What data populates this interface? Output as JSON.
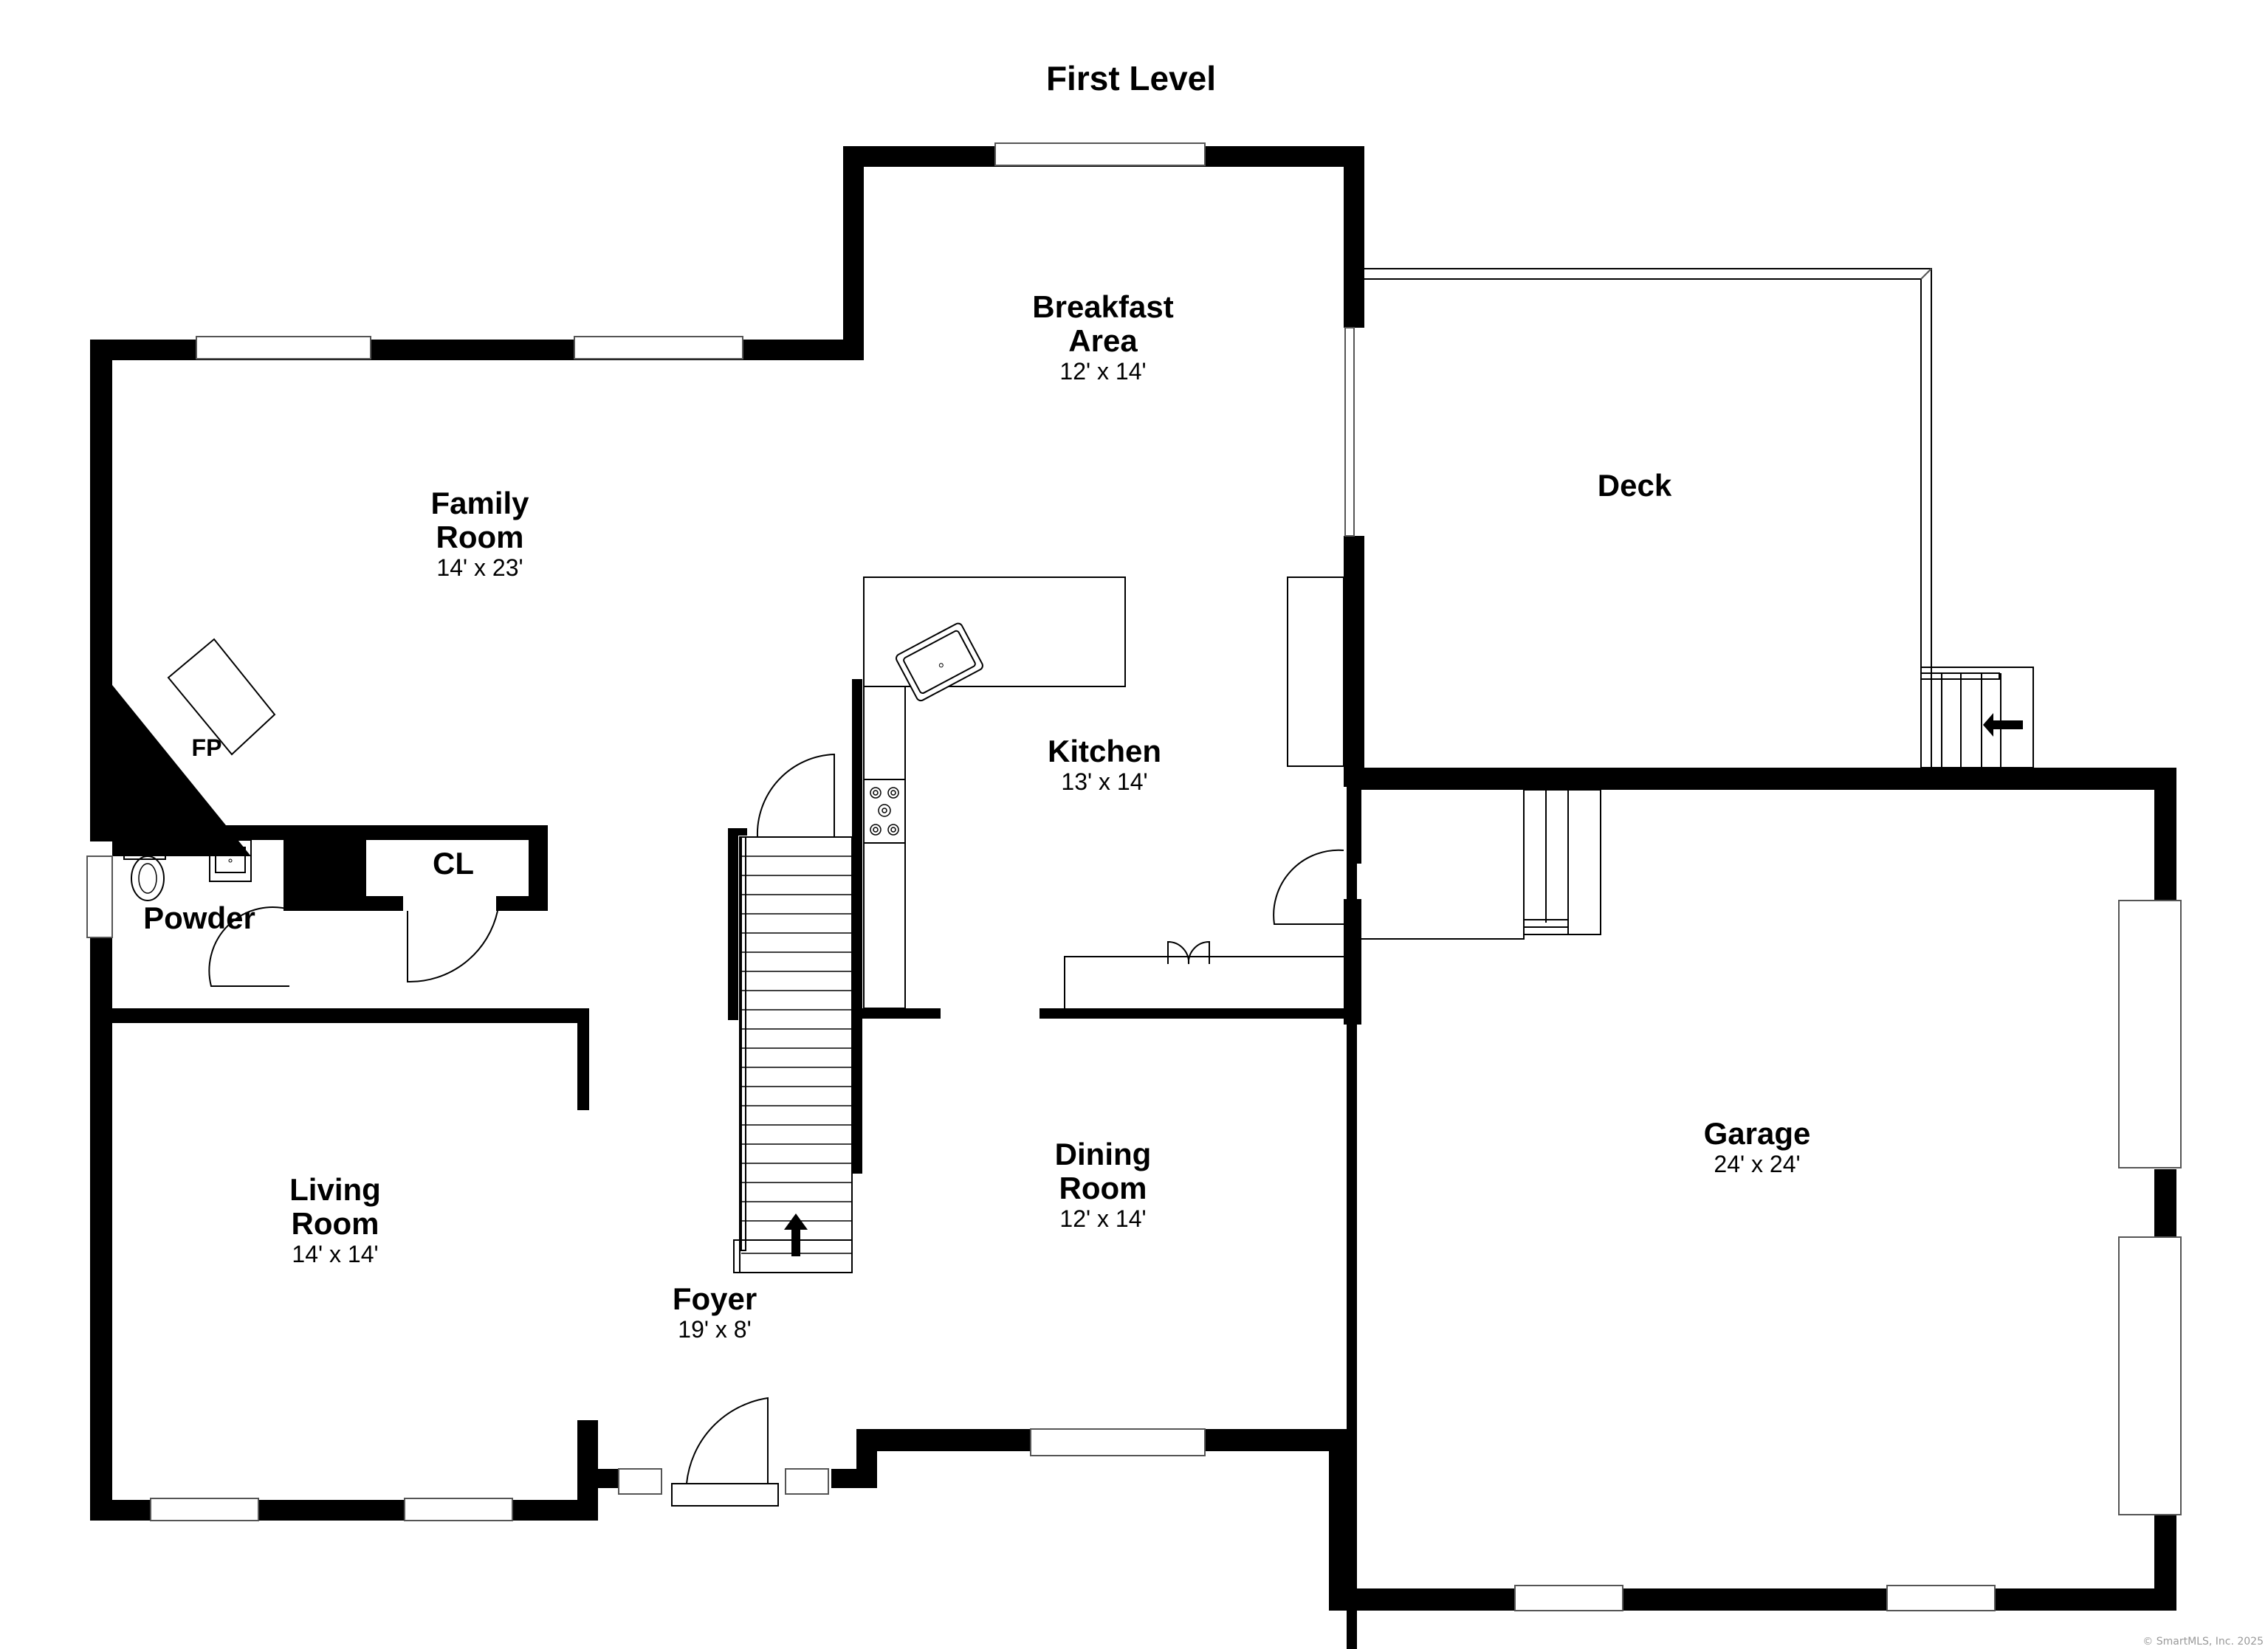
{
  "title": "First Level",
  "copyright": "© SmartMLS, Inc.  2025",
  "rooms": [
    {
      "id": "breakfast",
      "name_line1": "Breakfast",
      "name_line2": "Area",
      "dims": "12' x 14'"
    },
    {
      "id": "family",
      "name_line1": "Family",
      "name_line2": "Room",
      "dims": "14' x 23'"
    },
    {
      "id": "deck",
      "name_line1": "Deck",
      "name_line2": "",
      "dims": ""
    },
    {
      "id": "kitchen",
      "name_line1": "Kitchen",
      "name_line2": "",
      "dims": "13' x 14'"
    },
    {
      "id": "powder",
      "name_line1": "Powder",
      "name_line2": "",
      "dims": ""
    },
    {
      "id": "closet",
      "name_line1": "CL",
      "name_line2": "",
      "dims": ""
    },
    {
      "id": "fireplace",
      "name_line1": "FP",
      "name_line2": "",
      "dims": ""
    },
    {
      "id": "living",
      "name_line1": "Living",
      "name_line2": "Room",
      "dims": "14' x 14'"
    },
    {
      "id": "dining",
      "name_line1": "Dining",
      "name_line2": "Room",
      "dims": "12' x 14'"
    },
    {
      "id": "foyer",
      "name_line1": "Foyer",
      "name_line2": "",
      "dims": "19' x 8'"
    },
    {
      "id": "garage",
      "name_line1": "Garage",
      "name_line2": "",
      "dims": "24' x 24'"
    }
  ],
  "colors": {
    "wall": "#000000",
    "background": "#ffffff",
    "fixture_line": "#000000",
    "copyright": "#999999"
  }
}
